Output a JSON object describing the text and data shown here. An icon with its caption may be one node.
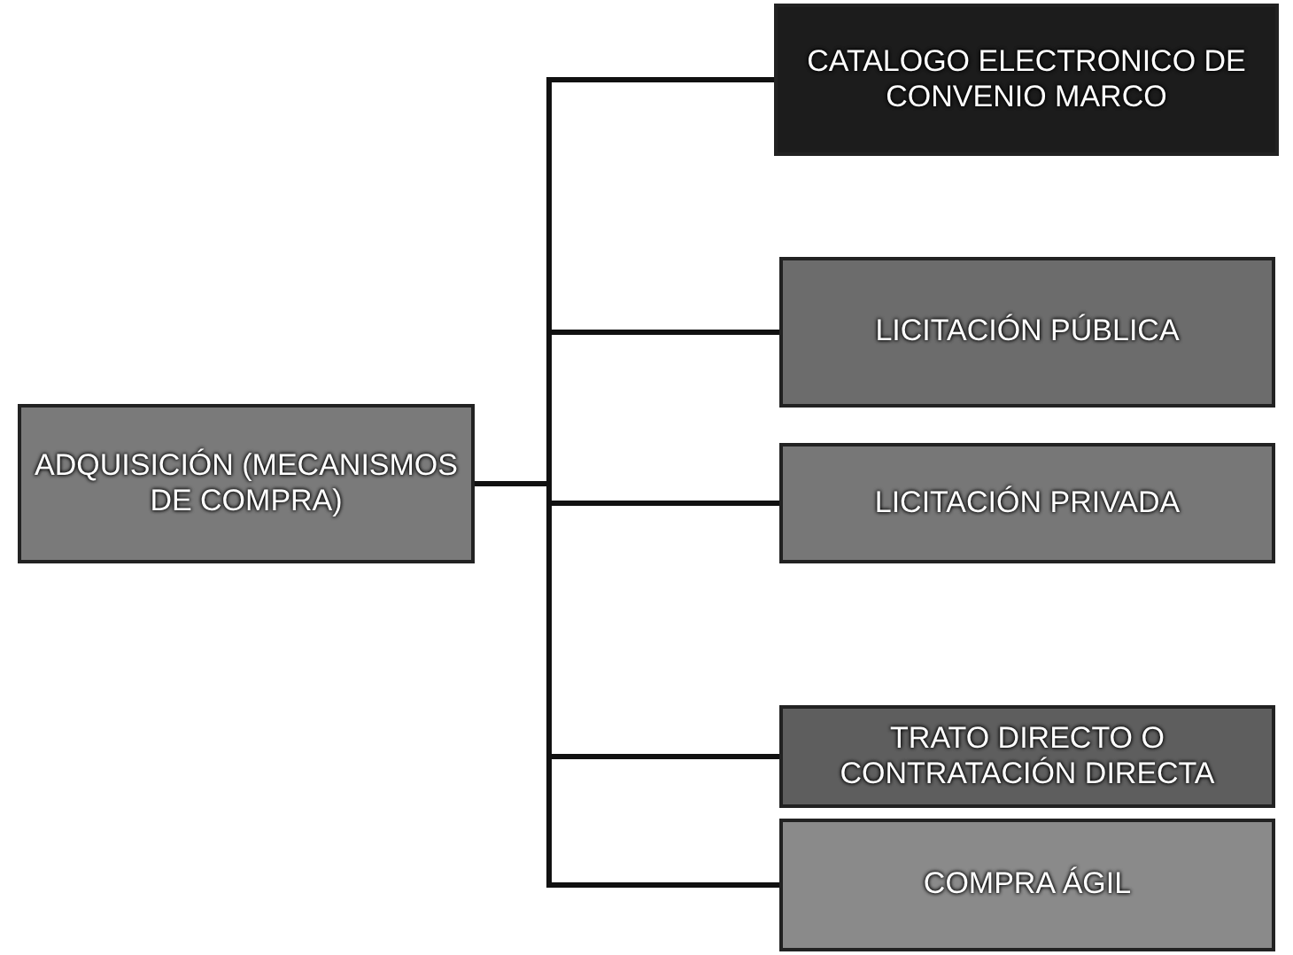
{
  "diagram": {
    "nodes": [
      {
        "text": [
          "ADQUISICIÓN (MECANISMOS DE COMPRA)"
        ]
      },
      {
        "text": [
          "CATALOGO ELECTRONICO DE CONVENIO MARCO"
        ]
      },
      {
        "text": [
          "LICITACIÓN PÚBLICA"
        ]
      },
      {
        "text": [
          "LICITACIÓN PRIVADA"
        ]
      },
      {
        "text": [
          "TRATO DIRECTO O CONTRATACIÓN DIRECTA"
        ]
      },
      {
        "text": [
          "COMPRA ÁGIL"
        ]
      }
    ],
    "edges": [
      {
        "from": 0,
        "to": 1,
        "arrow": "none"
      },
      {
        "from": 0,
        "to": 2,
        "arrow": "none"
      },
      {
        "from": 0,
        "to": 3,
        "arrow": "none"
      },
      {
        "from": 0,
        "to": 4,
        "arrow": "none"
      },
      {
        "from": 0,
        "to": 5,
        "arrow": "none"
      }
    ]
  }
}
